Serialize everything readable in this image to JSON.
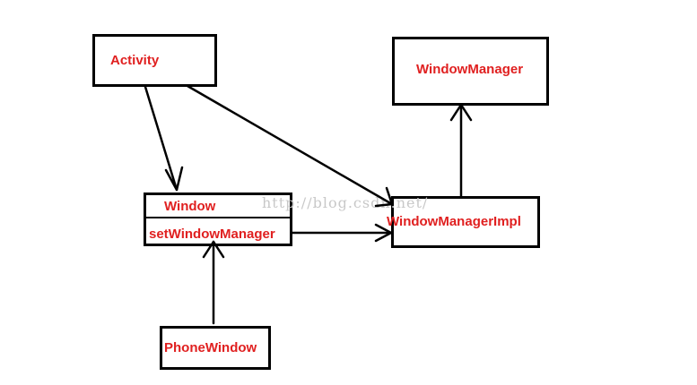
{
  "diagram": {
    "nodes": {
      "activity": {
        "label": "Activity"
      },
      "window_manager": {
        "label": "WindowManager"
      },
      "window": {
        "label": "Window",
        "method": "setWindowManager"
      },
      "window_manager_impl": {
        "label": "WindowManagerImpl"
      },
      "phone_window": {
        "label": "PhoneWindow"
      }
    },
    "edges": [
      {
        "from": "Activity",
        "to": "Window"
      },
      {
        "from": "Activity",
        "to": "WindowManagerImpl"
      },
      {
        "from": "setWindowManager",
        "to": "WindowManagerImpl"
      },
      {
        "from": "WindowManagerImpl",
        "to": "WindowManager"
      },
      {
        "from": "PhoneWindow",
        "to": "setWindowManager"
      }
    ],
    "watermark": "http://blog.csdn.net/",
    "colors": {
      "label": "#e02020",
      "stroke": "#000000",
      "watermark": "#c8c8c8"
    }
  }
}
